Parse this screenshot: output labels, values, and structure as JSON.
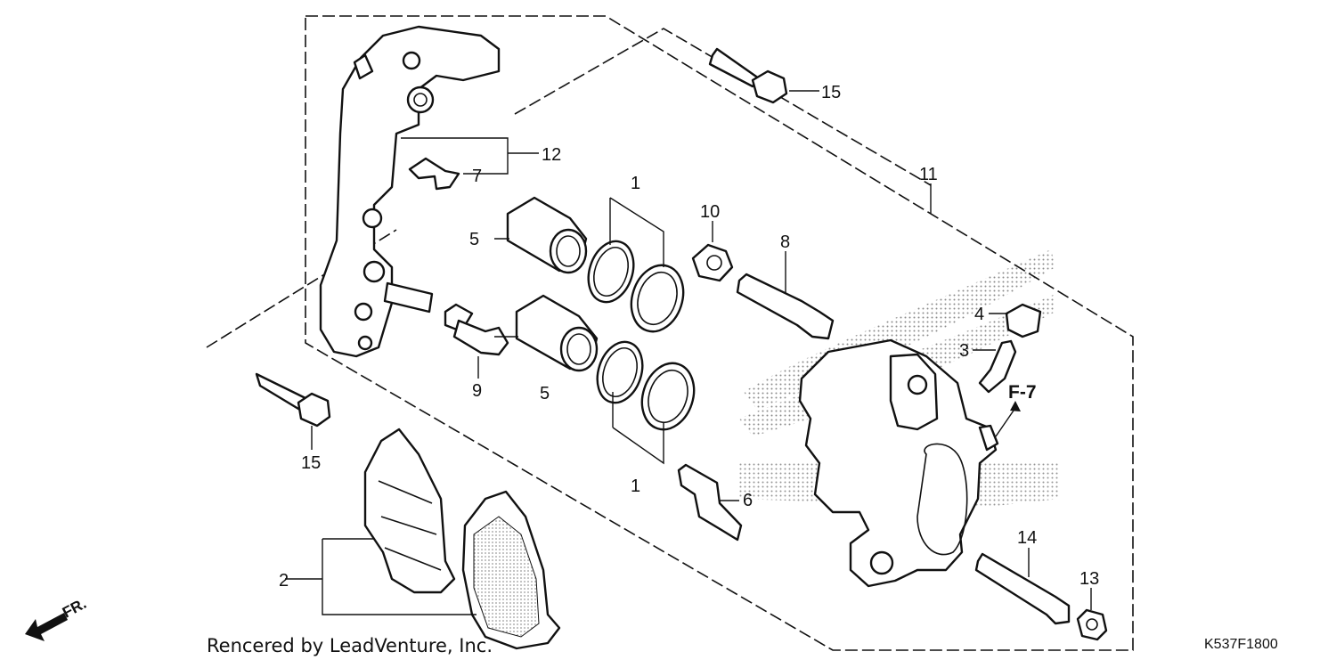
{
  "callouts": {
    "c1a": "1",
    "c1b": "1",
    "c2": "2",
    "c3": "3",
    "c4": "4",
    "c5a": "5",
    "c5b": "5",
    "c6": "6",
    "c7": "7",
    "c8": "8",
    "c9": "9",
    "c10": "10",
    "c11": "11",
    "c12": "12",
    "c13": "13",
    "c14": "14",
    "c15a": "15",
    "c15b": "15"
  },
  "reference": "F-7",
  "direction": "FR.",
  "credit": "Rencered by LeadVenture, Inc.",
  "diagram_code": "K537F1800"
}
